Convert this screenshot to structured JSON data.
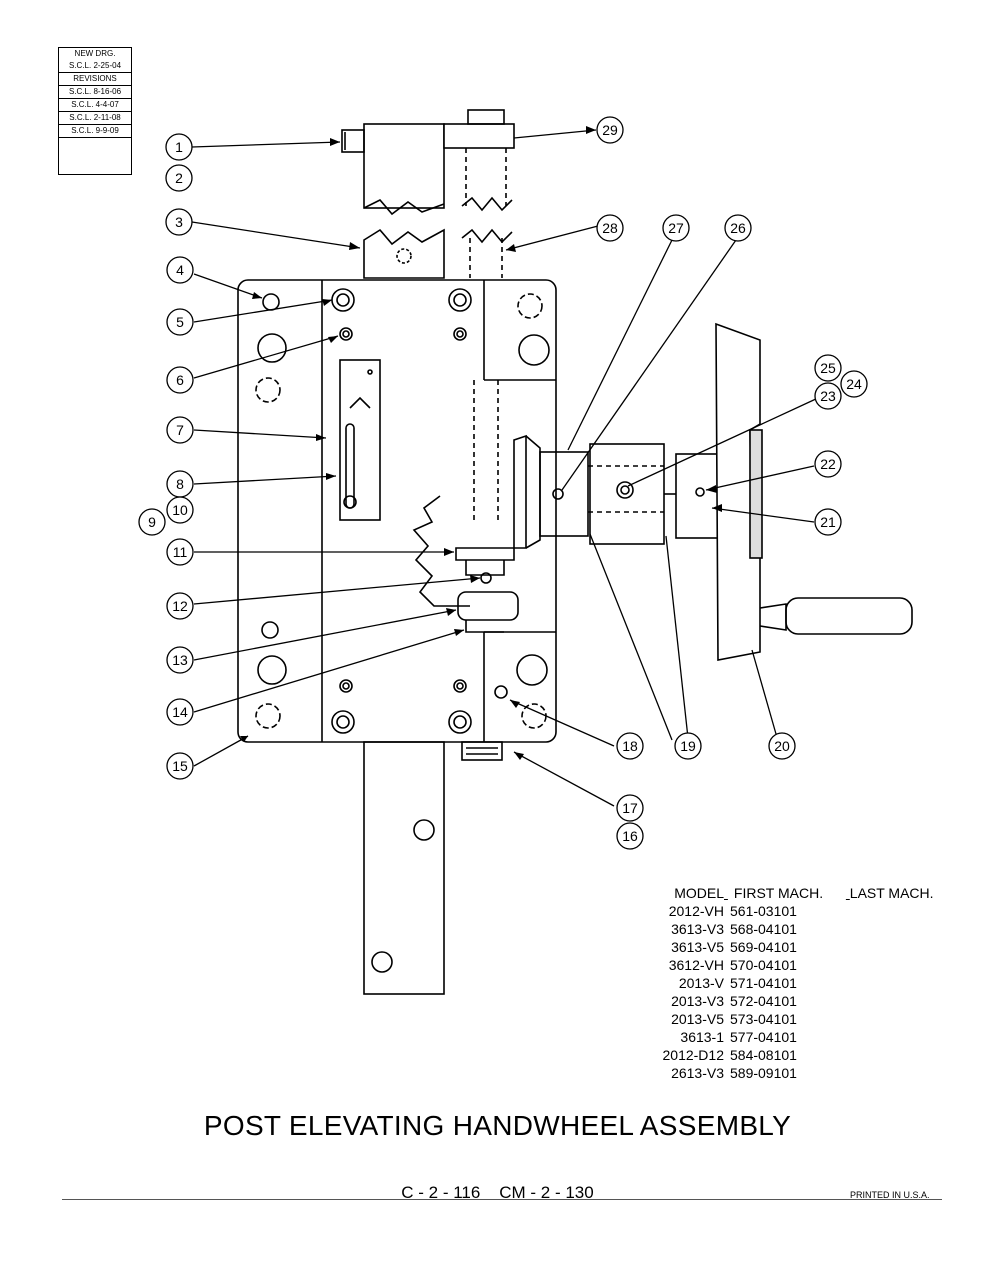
{
  "revision_box": {
    "new_drg": "NEW DRG.",
    "new_drg_date": "S.C.L. 2-25-04",
    "revisions_label": "REVISIONS",
    "revisions": [
      "S.C.L. 8-16-06",
      "S.C.L. 4-4-07",
      "S.C.L. 2-11-08",
      "S.C.L. 9-9-09"
    ]
  },
  "callouts": [
    "1",
    "2",
    "3",
    "4",
    "5",
    "6",
    "7",
    "8",
    "9",
    "10",
    "11",
    "12",
    "13",
    "14",
    "15",
    "16",
    "17",
    "18",
    "19",
    "20",
    "21",
    "22",
    "23",
    "24",
    "25",
    "26",
    "27",
    "28",
    "29"
  ],
  "model_table": {
    "headers": [
      "MODEL",
      "FIRST MACH.",
      "LAST MACH."
    ],
    "rows": [
      {
        "model": "2012-VH",
        "first": "561-03101",
        "last": ""
      },
      {
        "model": "3613-V3",
        "first": "568-04101",
        "last": ""
      },
      {
        "model": "3613-V5",
        "first": "569-04101",
        "last": ""
      },
      {
        "model": "3612-VH",
        "first": "570-04101",
        "last": ""
      },
      {
        "model": "2013-V",
        "first": "571-04101",
        "last": ""
      },
      {
        "model": "2013-V3",
        "first": "572-04101",
        "last": ""
      },
      {
        "model": "2013-V5",
        "first": "573-04101",
        "last": ""
      },
      {
        "model": "3613-1",
        "first": "577-04101",
        "last": ""
      },
      {
        "model": "2012-D12",
        "first": "584-08101",
        "last": ""
      },
      {
        "model": "2613-V3",
        "first": "589-09101",
        "last": ""
      }
    ]
  },
  "title": "POST ELEVATING HANDWHEEL ASSEMBLY",
  "page_ref": "C - 2 - 116    CM - 2 - 130",
  "printed": "PRINTED IN U.S.A."
}
